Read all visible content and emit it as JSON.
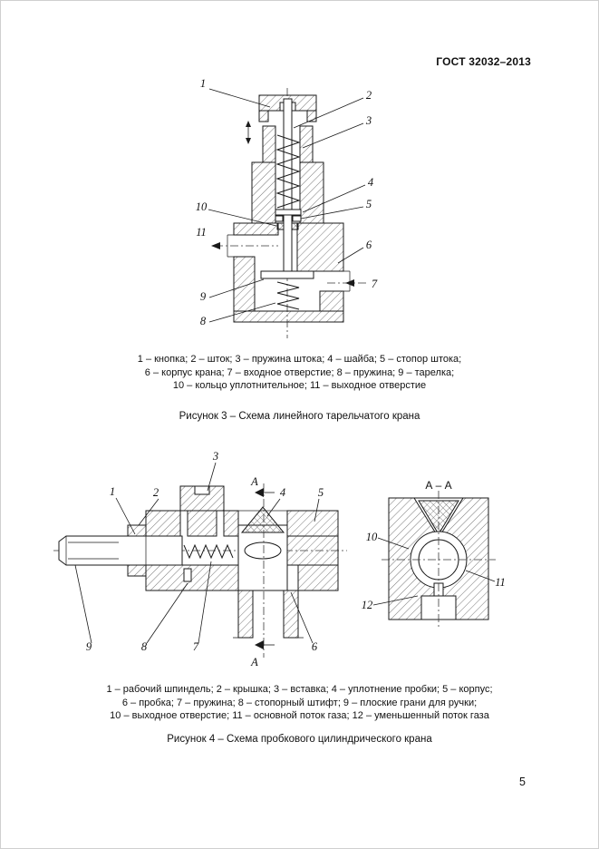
{
  "page": {
    "header": "ГОСТ 32032–2013",
    "page_number": "5"
  },
  "figure3": {
    "callouts": {
      "c1": "1",
      "c2": "2",
      "c3": "3",
      "c4": "4",
      "c5": "5",
      "c6": "6",
      "c7": "7",
      "c8": "8",
      "c9": "9",
      "c10": "10",
      "c11": "11"
    },
    "legend_lines": [
      "1 – кнопка; 2 – шток; 3 – пружина штока; 4 – шайба; 5 – стопор штока;",
      "6 – корпус крана; 7 – входное отверстие; 8 – пружина; 9 – тарелка;",
      "10 – кольцо уплотнительное; 11 – выходное отверстие"
    ],
    "caption": "Рисунок 3 – Схема линейного тарельчатого крана"
  },
  "figure4": {
    "callouts": {
      "c1": "1",
      "c2": "2",
      "c3": "3",
      "c4": "4",
      "c5": "5",
      "c6": "6",
      "c7": "7",
      "c8": "8",
      "c9": "9",
      "c10": "10",
      "c11": "11",
      "c12": "12"
    },
    "section_label": "А – А",
    "cut_label": "А",
    "legend_lines": [
      "1 – рабочий шпиндель; 2 – крышка; 3 – вставка; 4 – уплотнение пробки; 5 – корпус;",
      "6 – пробка; 7 – пружина; 8 – стопорный штифт; 9 – плоские грани для ручки;",
      "10 – выходное отверстие; 11 – основной поток газа; 12 – уменьшенный поток газа"
    ],
    "caption": "Рисунок 4 – Схема пробкового цилиндрического крана"
  }
}
